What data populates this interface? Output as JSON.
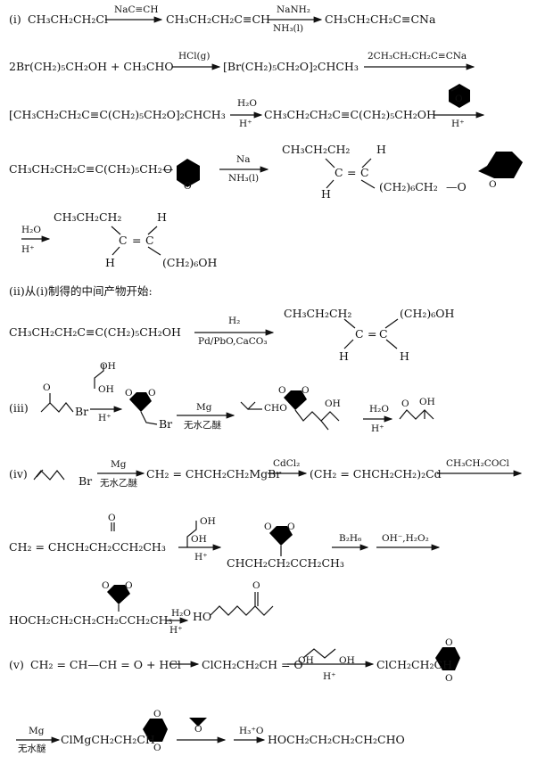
{
  "part_i": {
    "label": "(i)",
    "line1": {
      "start": "CH₃CH₂CH₂Cl",
      "arrow1_top": "NaC≡CH",
      "mid": "CH₃CH₂CH₂C≡CH",
      "arrow2_top": "NaNH₂",
      "arrow2_bottom": "NH₃(l)",
      "end": "CH₃CH₂CH₂C≡CNa"
    },
    "line2": {
      "start": "2Br(CH₂)₅CH₂OH + CH₃CHO",
      "arrow1_top": "HCl(g)",
      "mid": "[Br(CH₂)₅CH₂O]₂CHCH₃",
      "arrow2_top": "2CH₃CH₂CH₂C≡CNa"
    },
    "line3": {
      "start": "[CH₃CH₂CH₂C≡C(CH₂)₅CH₂O]₂CHCH₃",
      "arrow1_top": "H₂O",
      "arrow1_bottom": "H⁺",
      "mid": "CH₃CH₂CH₂C≡C(CH₂)₅CH₂OH",
      "arrow2_bottom": "H⁺"
    },
    "line4": {
      "start": "CH₃CH₂CH₂C≡C(CH₂)₅CH₂—",
      "o_link": "O",
      "ring_o": "O",
      "arrow_top": "Na",
      "arrow_bottom": "NH₃(l)",
      "product_top_left": "CH₃CH₂CH₂",
      "product_h_right": "H",
      "product_c1": "C",
      "product_c2": "C",
      "product_eq": "=",
      "product_h_left": "H",
      "product_chain": "(CH₂)₆CH₂",
      "product_o": "—O"
    },
    "line5": {
      "arrow_top": "H₂O",
      "arrow_bottom": "H⁺",
      "product_top_left": "CH₃CH₂CH₂",
      "product_h_right": "H",
      "product_c1": "C",
      "product_eq": "=",
      "product_c2": "C",
      "product_h_left": "H",
      "product_chain": "(CH₂)₆OH"
    }
  },
  "part_ii": {
    "heading": "(ii)从(i)制得的中间产物开始:",
    "start": "CH₃CH₂CH₂C≡C(CH₂)₅CH₂OH",
    "arrow_top": "H₂",
    "arrow_bottom": "Pd/PbO,CaCO₃",
    "product_top_left": "CH₃CH₂CH₂",
    "product_top_right": "(CH₂)₆OH",
    "product_c1": "C",
    "product_eq": "=",
    "product_c2": "C",
    "product_h_left": "H",
    "product_h_right": "H"
  },
  "part_iii": {
    "label": "(iii)",
    "br1": "Br",
    "diol_oh1": "OH",
    "diol_oh2": "OH",
    "diol_cond": "H⁺",
    "acetal_o1": "O",
    "acetal_o2": "O",
    "br2": "Br",
    "arrow_top": "Mg",
    "arrow_bottom": "无水乙醚",
    "aldehyde": "CHO",
    "prod_o1": "O",
    "prod_o2": "O",
    "prod_oh": "OH",
    "arrow2_top": "H₂O",
    "arrow2_bottom": "H⁺",
    "final_o": "O",
    "final_oh": "OH"
  },
  "part_iv": {
    "label": "(iv)",
    "br": "Br",
    "arrow1_top": "Mg",
    "arrow1_bottom": "无水乙醚",
    "grignard": "CH₂ = CHCH₂CH₂MgBr",
    "arrow2_top": "CdCl₂",
    "cadmium": "(CH₂ = CHCH₂CH₂)₂Cd",
    "arrow3_top": "CH₃CH₂COCl",
    "ketone": "CH₂ = CHCH₂CH₂CCH₂CH₃",
    "ketone_o": "O",
    "diol_oh1": "OH",
    "diol_oh2": "OH",
    "diol_cond": "H⁺",
    "ketal_o1": "O",
    "ketal_o2": "O",
    "ketal_chain": "CHCH₂CH₂CCH₂CH₃",
    "arrow4_top": "B₂H₆",
    "arrow5_top": "OH⁻,H₂O₂",
    "alc_o1": "O",
    "alc_o2": "O",
    "alcohol": "HOCH₂CH₂CH₂CH₂CCH₂CH₃",
    "arrow6_top": "H₂O",
    "arrow6_bottom": "H⁺",
    "final_ho": "HO",
    "final_o": "O"
  },
  "part_v": {
    "label": "(v)",
    "start": "CH₂ = CH—CH = O + HCl",
    "mid": "ClCH₂CH₂CH = O",
    "diol_oh1": "OH",
    "diol_oh2": "OH",
    "diol_cond": "H⁺",
    "acetal_chain": "ClCH₂CH₂CH",
    "acetal_o1": "O",
    "acetal_o2": "O",
    "arrow_top": "Mg",
    "arrow_bottom": "无水醚",
    "grignard": "ClMgCH₂CH₂CH",
    "grig_o1": "O",
    "grig_o2": "O",
    "epoxide_o": "O",
    "arrow3_top": "H₃⁺O",
    "final": "HOCH₂CH₂CH₂CH₂CHO"
  }
}
